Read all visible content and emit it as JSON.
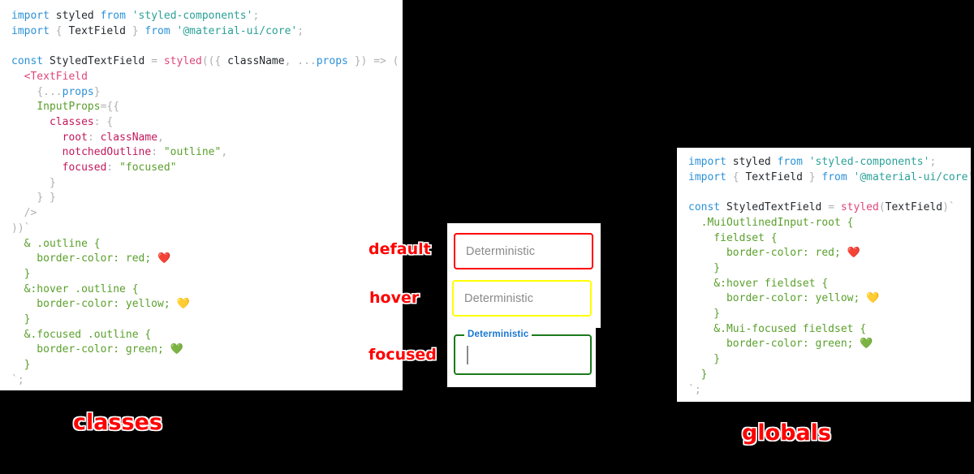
{
  "background_color": "#000000",
  "panels": {
    "classes": {
      "caption": "classes",
      "caption_color": "#ff0000",
      "code": "import styled from 'styled-components';\nimport { TextField } from '@material-ui/core';\n\nconst StyledTextField = styled(({ className, ...props }) => (\n  <TextField\n    {...props}\n    InputProps={{\n      classes: {\n        root: className,\n        notchedOutline: \"outline\",\n        focused: \"focused\"\n      }\n    } }\n  />\n))`\n  & .outline {\n    border-color: red; ❤️\n  }\n  &:hover .outline {\n    border-color: yellow; 💛\n  }\n  &.focused .outline {\n    border-color: green; 💚\n  }\n`;"
    },
    "globals": {
      "caption": "globals",
      "caption_color": "#ff0000",
      "code": "import styled from 'styled-components';\nimport { TextField } from '@material-ui/core';\n\nconst StyledTextField = styled(TextField)`\n  .MuiOutlinedInput-root {\n    fieldset {\n      border-color: red; ❤️\n    }\n    &:hover fieldset {\n      border-color: yellow; 💛\n    }\n    &.Mui-focused fieldset {\n      border-color: green; 💚\n    }\n  }\n`;"
    }
  },
  "demo": {
    "annotations": {
      "default": "default",
      "hover": "hover",
      "focused": "focused"
    },
    "fields": [
      {
        "state": "default",
        "placeholder": "Deterministic",
        "border_color": "#ff0000",
        "label_visible": false
      },
      {
        "state": "hover",
        "placeholder": "Deterministic",
        "border_color": "#ffff00",
        "label_visible": false
      },
      {
        "state": "focused",
        "placeholder": "",
        "label": "Deterministic",
        "label_color": "#1976d2",
        "border_color": "#1b7a1b",
        "label_visible": true,
        "caret_visible": true
      }
    ]
  },
  "token_colors": {
    "keyword": "#2b91d8",
    "string": "#2aa198",
    "function": "#e0457b",
    "punctuation": "#b0b0b0",
    "property": "#5aa02c",
    "value": "#c2185b",
    "css": "#5aa02c"
  }
}
